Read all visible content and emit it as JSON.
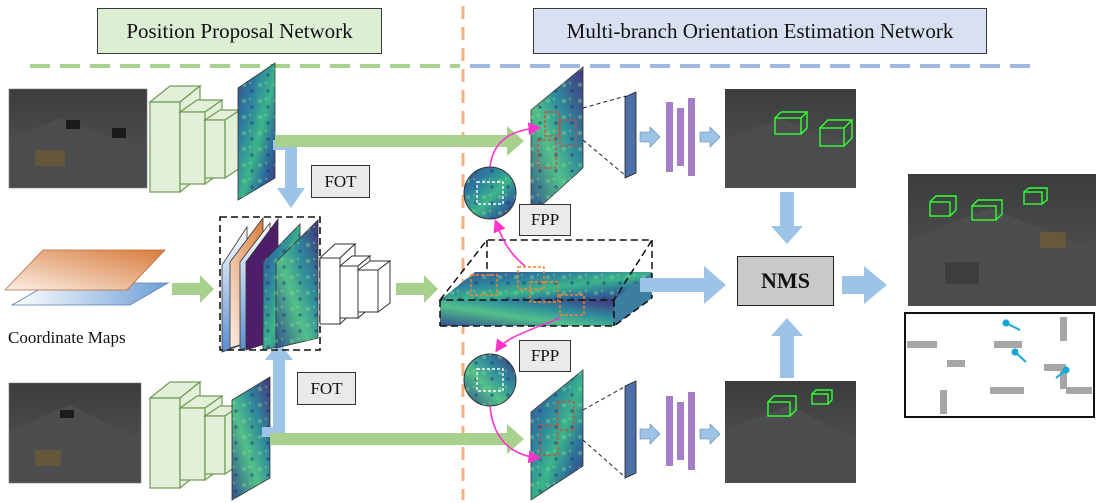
{
  "sections": {
    "left_title": "Position Proposal Network",
    "right_title": "Multi-branch Orientation Estimation Network"
  },
  "modules": {
    "fot_top": "FOT",
    "fot_bottom": "FOT",
    "fpp_top": "FPP",
    "fpp_bottom": "FPP",
    "nms": "NMS"
  },
  "inputs": {
    "coordinate_maps": "Coordinate Maps"
  },
  "colors": {
    "green_arrow": "#a9d18e",
    "blue_arrow": "#9dc3e6",
    "green_dash": "#a9d18e",
    "blue_dash": "#9fb6de",
    "orange_divider": "#f4b183",
    "green_block": "#e2f0d9",
    "magenta_link": "#ff33cc",
    "purple_bar": "#a57fc6",
    "box_green": "#33ff33",
    "marker_blue": "#17a7d8"
  },
  "icons": [
    "camera-view",
    "feature-map",
    "conv-block",
    "output-bars",
    "occupancy-map"
  ]
}
